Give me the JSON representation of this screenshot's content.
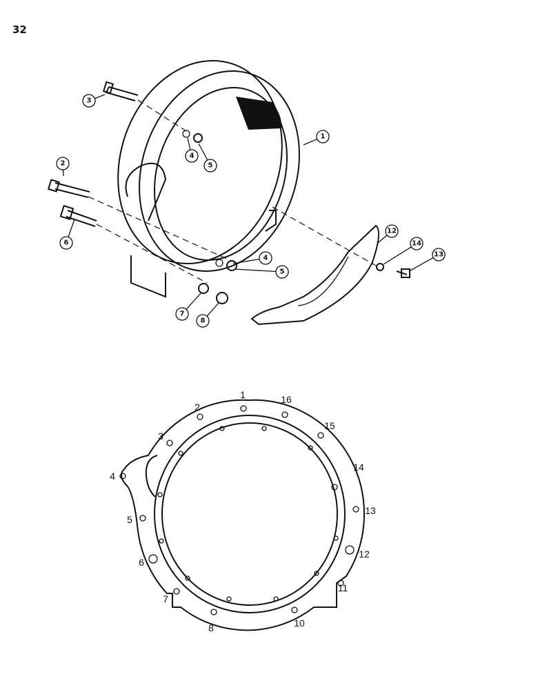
{
  "page": {
    "number": "32"
  },
  "exploded_view": {
    "callouts": [
      "1",
      "2",
      "3",
      "4",
      "5",
      "6",
      "4",
      "5",
      "7",
      "8",
      "12",
      "14",
      "13"
    ]
  },
  "bolt_pattern": {
    "hole_labels": [
      "1",
      "16",
      "2",
      "15",
      "3",
      "14",
      "4",
      "13",
      "5",
      "12",
      "6",
      "11",
      "7",
      "8",
      "10"
    ]
  },
  "colors": {
    "ink": "#111111",
    "background": "#ffffff"
  }
}
